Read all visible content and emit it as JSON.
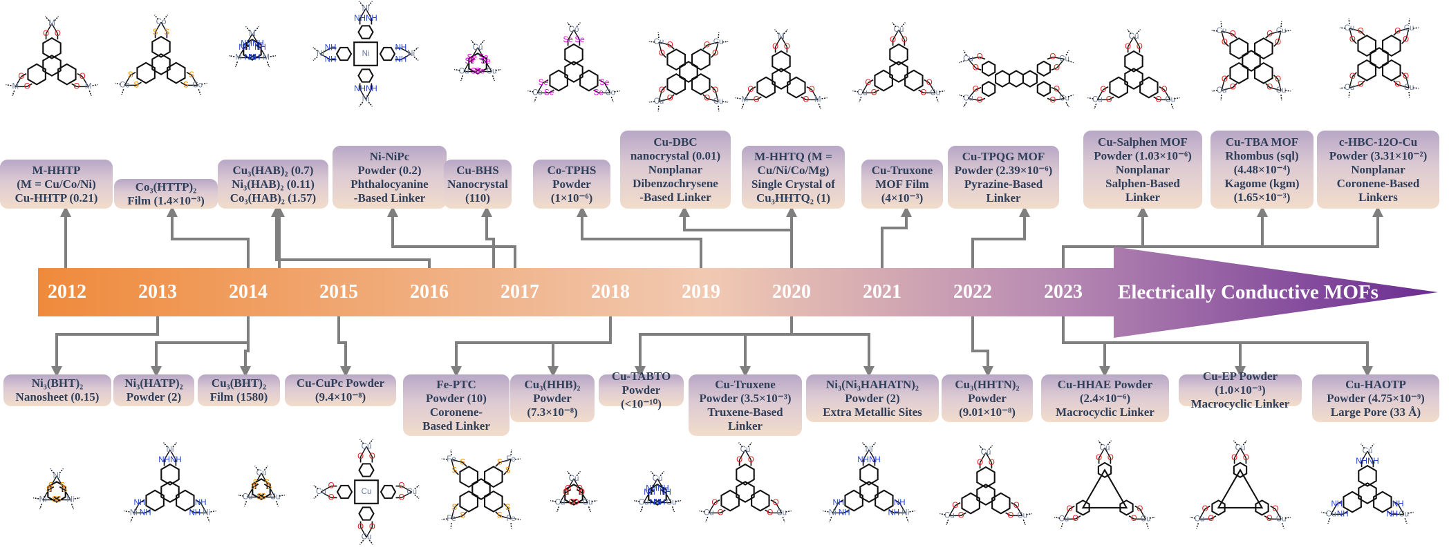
{
  "timeline": {
    "title": "Electrically Conductive MOFs",
    "years": [
      "2012",
      "2013",
      "2014",
      "2015",
      "2016",
      "2017",
      "2018",
      "2019",
      "2020",
      "2021",
      "2022",
      "2023"
    ]
  },
  "top_entries": [
    {
      "lines": [
        "M-HHTP",
        "(M = Cu/Co/Ni)",
        "Cu-HHTP (0.21)"
      ]
    },
    {
      "lines": [
        "Co₃(HTTP)₂",
        "Film (1.4×10⁻³)"
      ]
    },
    {
      "lines": [
        "Cu₃(HAB)₂ (0.7)",
        "Ni₃(HAB)₂ (0.11)",
        "Co₃(HAB)₂ (1.57)"
      ]
    },
    {
      "lines": [
        "Ni-NiPc",
        "Powder (0.2)",
        "Phthalocyanine",
        "-Based Linker"
      ]
    },
    {
      "lines": [
        "Cu-BHS",
        "Nanocrystal",
        "(110)"
      ]
    },
    {
      "lines": [
        "Co-TPHS",
        "Powder",
        "(1×10⁻⁶)"
      ]
    },
    {
      "lines": [
        "Cu-DBC",
        "nanocrystal (0.01)",
        "Nonplanar",
        "Dibenzochrysene",
        "-Based Linker"
      ]
    },
    {
      "lines": [
        "M-HHTQ (M =",
        "Cu/Ni/Co/Mg)",
        "Single Crystal of",
        "Cu₃HHTQ₂ (1)"
      ]
    },
    {
      "lines": [
        "Cu-Truxone",
        "MOF Film",
        "(4×10⁻³)"
      ]
    },
    {
      "lines": [
        "Cu-TPQG MOF",
        "Powder (2.39×10⁻⁶)",
        "Pyrazine-Based",
        "Linker"
      ]
    },
    {
      "lines": [
        "Cu-Salphen MOF",
        "Powder (1.03×10⁻⁶)",
        "Nonplanar",
        "Salphen-Based",
        "Linker"
      ]
    },
    {
      "lines": [
        "Cu-TBA MOF",
        "Rhombus (sql)",
        "(4.48×10⁻⁴)",
        "Kagome (kgm)",
        "(1.65×10⁻³)"
      ]
    },
    {
      "lines": [
        "c-HBC-12O-Cu",
        "Powder (3.31×10⁻²)",
        "Nonplanar",
        "Coronene-Based",
        "Linkers"
      ]
    }
  ],
  "bottom_entries": [
    {
      "lines": [
        "Ni₃(BHT)₂",
        "Nanosheet (0.15)"
      ]
    },
    {
      "lines": [
        "Ni₃(HATP)₂",
        "Powder (2)"
      ]
    },
    {
      "lines": [
        "Cu₃(BHT)₂",
        "Film (1580)"
      ]
    },
    {
      "lines": [
        "Cu-CuPc Powder",
        "(9.4×10⁻⁸)"
      ]
    },
    {
      "lines": [
        "Fe-PTC",
        "Powder (10)",
        "Coronene-",
        "Based Linker"
      ]
    },
    {
      "lines": [
        "Cu₃(HHB)₂",
        "Powder",
        "(7.3×10⁻⁸)"
      ]
    },
    {
      "lines": [
        "Cu-TABTO",
        "Powder",
        "(<10⁻¹⁰)"
      ]
    },
    {
      "lines": [
        "Cu-Truxene",
        "Powder (3.5×10⁻³)",
        "Truxene-Based",
        "Linker"
      ]
    },
    {
      "lines": [
        "Ni₃(Ni₃HAHATN)₂",
        "Powder (2)",
        "Extra Metallic Sites"
      ]
    },
    {
      "lines": [
        "Cu₃(HHTN)₂",
        "Powder",
        "(9.01×10⁻⁸)"
      ]
    },
    {
      "lines": [
        "Cu-HHAE Powder",
        "(2.4×10⁻⁶)",
        "Macrocyclic Linker"
      ]
    },
    {
      "lines": [
        "Cu-EP Powder",
        "(1.0×10⁻³)",
        "Macrocyclic Linker"
      ]
    },
    {
      "lines": [
        "Cu-HAOTP",
        "Powder (4.75×10⁻⁹)",
        "Large Pore (33 Å)"
      ]
    }
  ],
  "top_structures": [
    {
      "ring": "triphenylene",
      "metal": "M",
      "donor": "O"
    },
    {
      "ring": "triphenylene",
      "metal": "Co",
      "donor": "S"
    },
    {
      "ring": "benzene",
      "metal": "M",
      "donor": "NH"
    },
    {
      "ring": "phthalocyanine",
      "metal": "Ni",
      "donor": "NH"
    },
    {
      "ring": "benzene",
      "metal": "Cu",
      "donor": "Se"
    },
    {
      "ring": "triphenylene",
      "metal": "Co",
      "donor": "Se"
    },
    {
      "ring": "dibenzochrysene",
      "metal": "Cu",
      "donor": "O"
    },
    {
      "ring": "triazatrinaphthylene",
      "metal": "M",
      "donor": "O"
    },
    {
      "ring": "truxone",
      "metal": "Cu",
      "donor": "O"
    },
    {
      "ring": "pyrazine",
      "metal": "Cu",
      "donor": "O"
    },
    {
      "ring": "salphen",
      "metal": "Cu",
      "donor": "O"
    },
    {
      "ring": "tetrabenzanthracene",
      "metal": "Cu",
      "donor": "O"
    },
    {
      "ring": "coronene",
      "metal": "Cu",
      "donor": "O"
    }
  ],
  "bottom_structures": [
    {
      "ring": "benzene",
      "metal": "Ni",
      "donor": "S"
    },
    {
      "ring": "triphenylene",
      "metal": "Ni",
      "donor": "NH"
    },
    {
      "ring": "benzene",
      "metal": "Cu",
      "donor": "S"
    },
    {
      "ring": "phthalocyanine",
      "metal": "Cu",
      "donor": "O"
    },
    {
      "ring": "coronene",
      "metal": "Fe",
      "donor": "S"
    },
    {
      "ring": "benzene",
      "metal": "Cu",
      "donor": "O"
    },
    {
      "ring": "benzene",
      "metal": "Cu",
      "donor": "NH"
    },
    {
      "ring": "truxene",
      "metal": "Cu",
      "donor": "O"
    },
    {
      "ring": "hexaazatrinaphthylene",
      "metal": "Ni",
      "donor": "NH"
    },
    {
      "ring": "triphenylene",
      "metal": "Cu",
      "donor": "O"
    },
    {
      "ring": "macrocycle",
      "metal": "Cu",
      "donor": "O"
    },
    {
      "ring": "macrocycle",
      "metal": "Cu",
      "donor": "O"
    },
    {
      "ring": "triphenylene",
      "metal": "Cu",
      "donor": "NH"
    }
  ],
  "colors": {
    "arrow_start": "#ef8a3b",
    "arrow_mid": "#f1c9b2",
    "arrow_end": "#6a2c91",
    "connector": "#7f7f7f",
    "box_top": "#b8a7c6",
    "box_bottom": "#f2dccb",
    "text": "#2f3f5a",
    "oxygen": "#e0201b",
    "sulfur": "#f08a00",
    "selenium": "#e000e0",
    "nitrogen": "#1f3fd8",
    "metal": "#6a7a9a"
  }
}
